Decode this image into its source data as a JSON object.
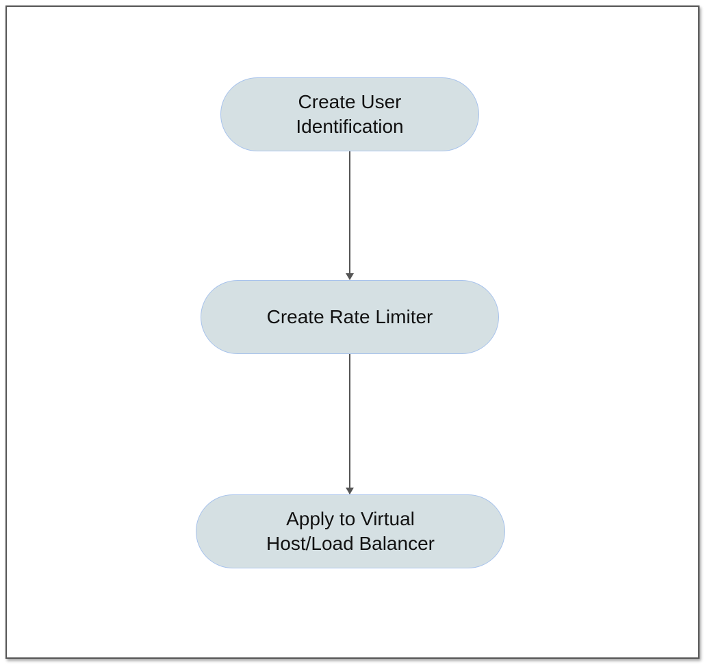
{
  "nodes": [
    {
      "id": "create-user-identification",
      "label": "Create User\nIdentification"
    },
    {
      "id": "create-rate-limiter",
      "label": "Create Rate Limiter"
    },
    {
      "id": "apply-to-virtual-host",
      "label": "Apply to Virtual\nHost/Load Balancer"
    }
  ],
  "edges": [
    {
      "from": "create-user-identification",
      "to": "create-rate-limiter"
    },
    {
      "from": "create-rate-limiter",
      "to": "apply-to-virtual-host"
    }
  ],
  "colors": {
    "node_fill": "#d5e0e3",
    "node_border": "#a8c3ec",
    "arrow": "#555555",
    "frame_border": "#555555"
  }
}
